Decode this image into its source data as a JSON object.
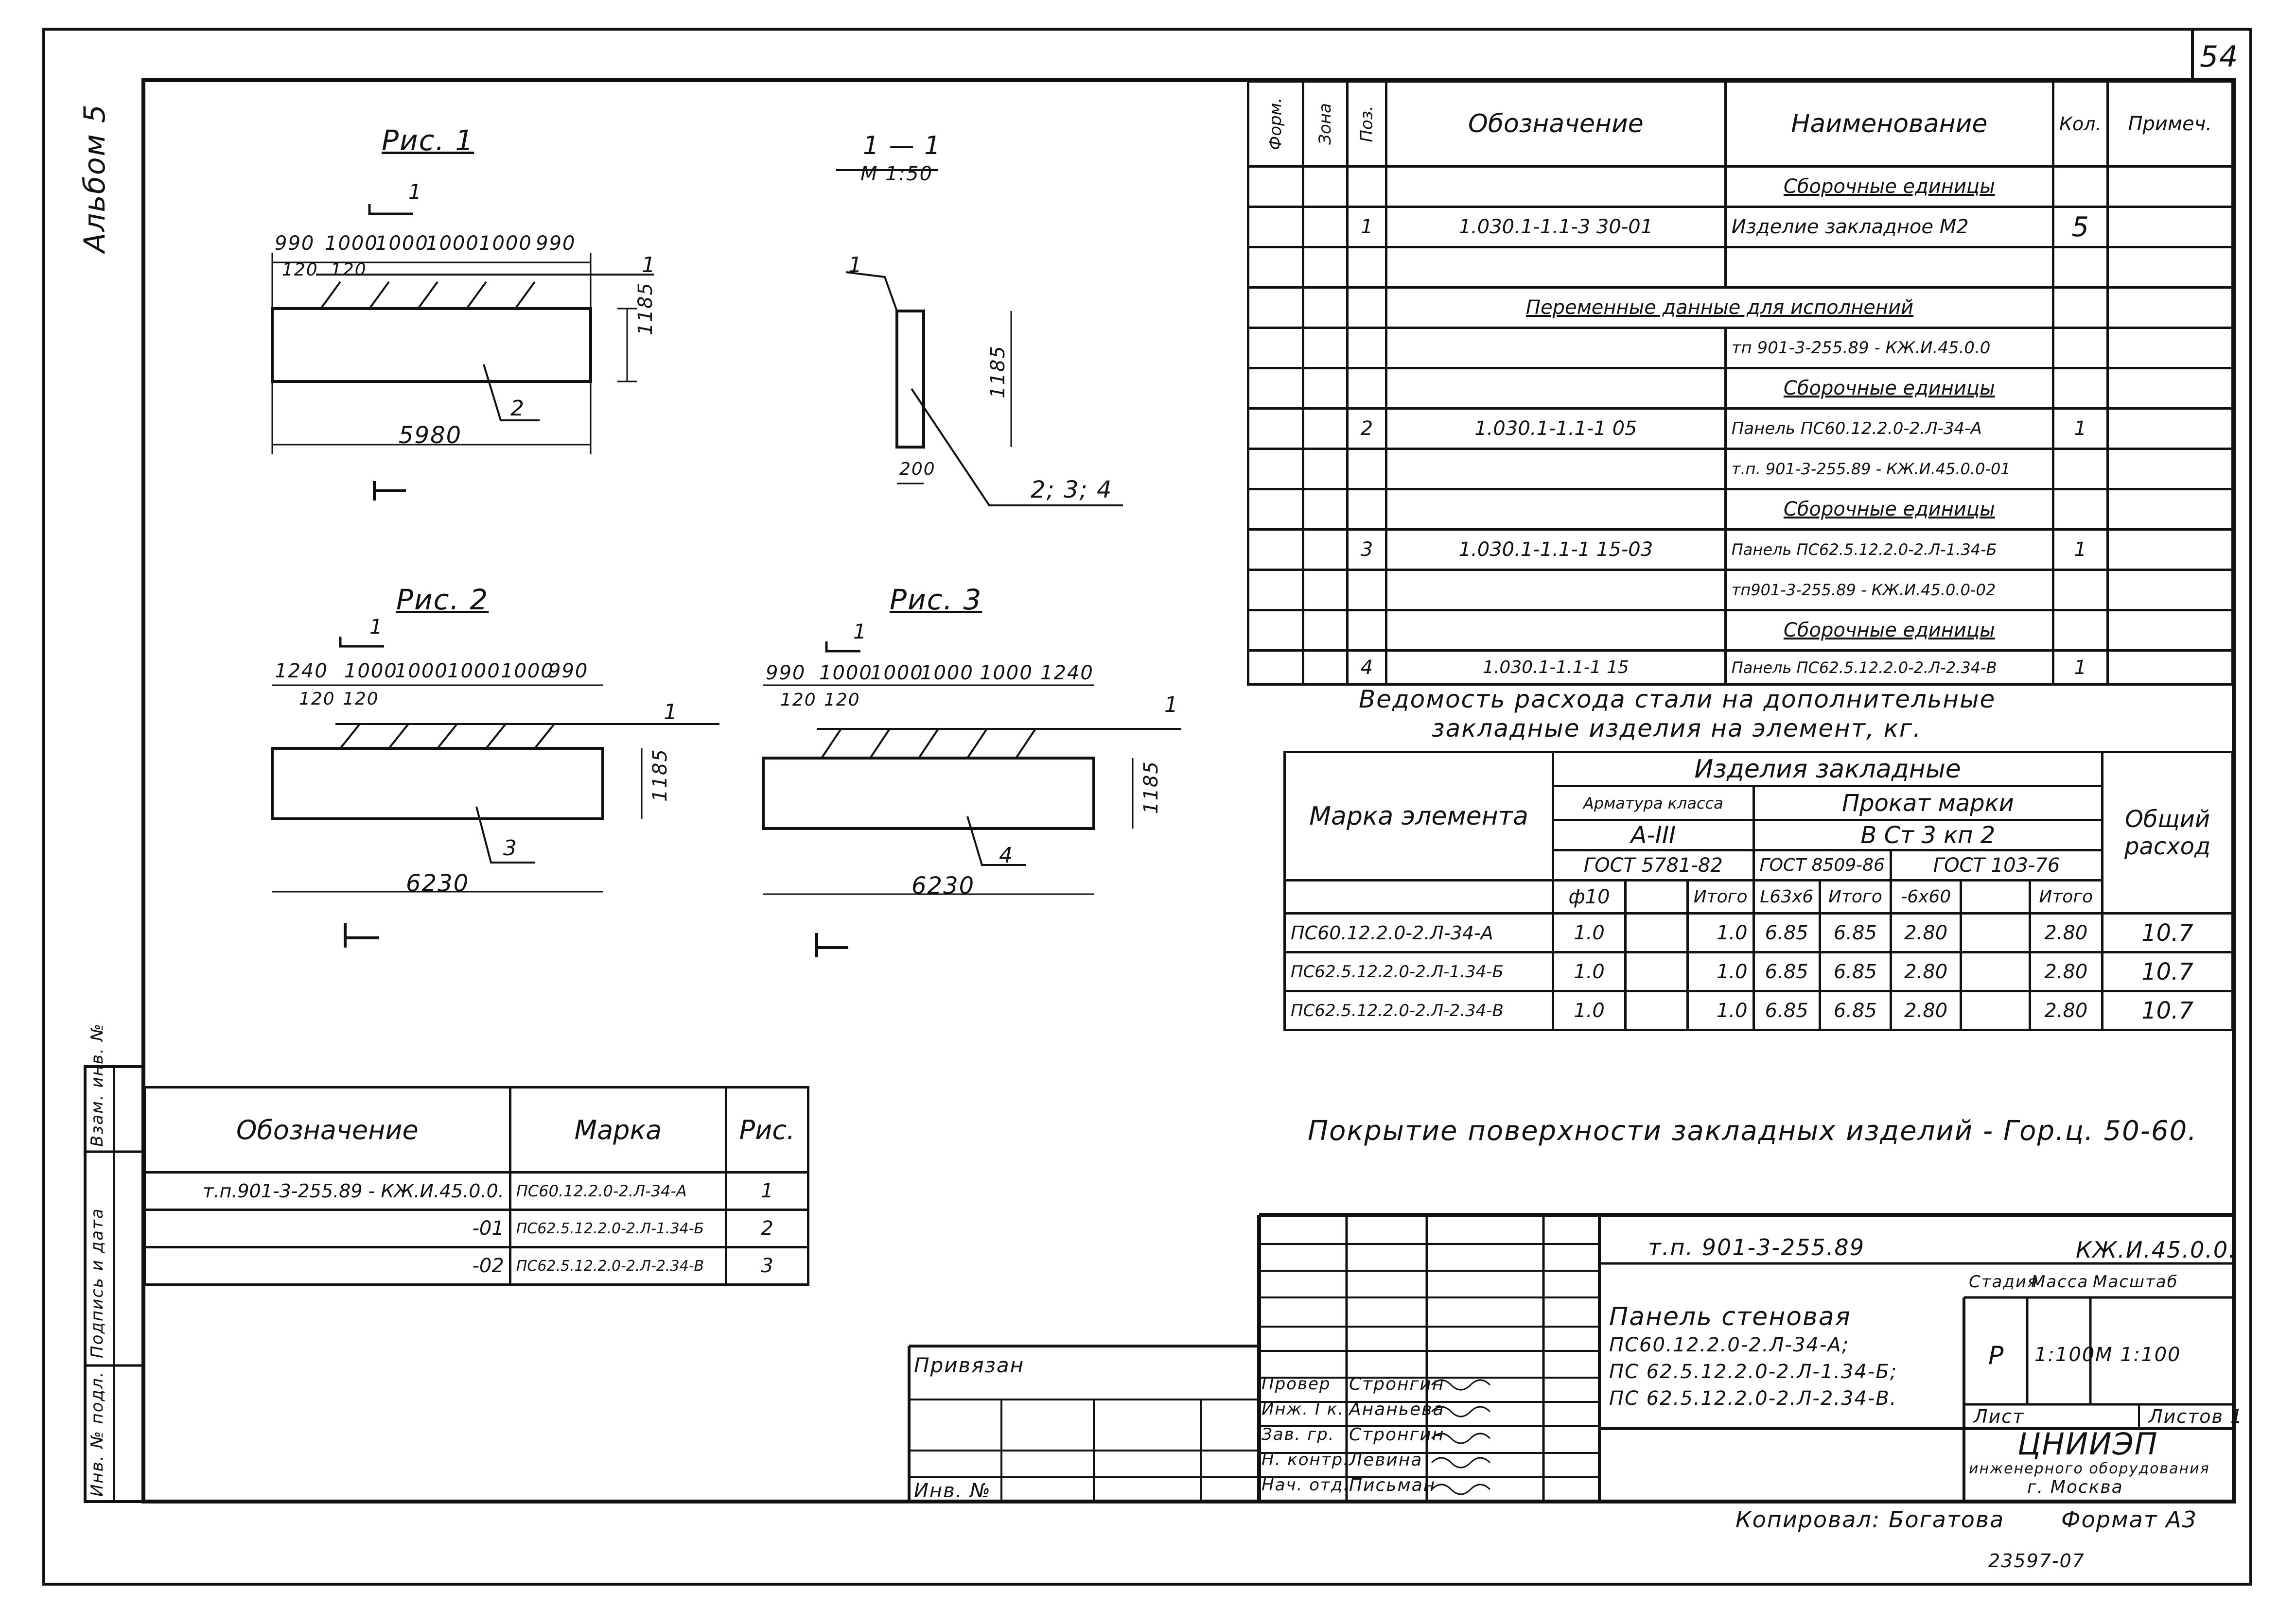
{
  "sheet": {
    "number": "54",
    "album": "Альбом 5"
  },
  "fig1": {
    "title": "Рис. 1",
    "section": "1",
    "dims_top": [
      "990",
      "1000",
      "1000",
      "1000",
      "1000",
      "990"
    ],
    "dims_sub": [
      "120",
      "120"
    ],
    "height": "1185",
    "length": "5980",
    "pos_item": "1",
    "pos_panel": "2"
  },
  "section11": {
    "title": "1 — 1",
    "scale": "М 1:50",
    "height": "1185",
    "width": "200",
    "pos_item": "1",
    "pos_panels": "2; 3; 4"
  },
  "fig2": {
    "title": "Рис. 2",
    "section": "1",
    "dims_top": [
      "1240",
      "1000",
      "1000",
      "1000",
      "1000",
      "990"
    ],
    "dims_sub": [
      "120",
      "120"
    ],
    "height": "1185",
    "length": "6230",
    "pos_item": "1",
    "pos_panel": "3"
  },
  "fig3": {
    "title": "Рис. 3",
    "section": "1",
    "dims_top": [
      "990",
      "1000",
      "1000",
      "1000",
      "1000",
      "1240"
    ],
    "dims_sub": [
      "120",
      "120"
    ],
    "height": "1185",
    "length": "6230",
    "pos_item": "1",
    "pos_panel": "4"
  },
  "spec": {
    "headers": {
      "form": "Форм.",
      "zone": "Зона",
      "pos": "Поз.",
      "designation": "Обозначение",
      "name": "Наименование",
      "qty": "Кол.",
      "note": "Примеч."
    },
    "rows": [
      {
        "pos": "",
        "designation": "",
        "name": "Сборочные единицы",
        "qty": "",
        "kind": "heading"
      },
      {
        "pos": "1",
        "designation": "1.030.1-1.1-3    30-01",
        "name": "Изделие закладное М2",
        "qty": "5",
        "kind": "item"
      },
      {
        "pos": "",
        "designation": "",
        "name": "",
        "qty": "",
        "kind": "blank"
      },
      {
        "pos": "",
        "designation": "Переменные данные для исполнений",
        "name": "",
        "qty": "",
        "kind": "span"
      },
      {
        "pos": "",
        "designation": "",
        "name": "тп 901-3-255.89 - КЖ.И.45.0.0",
        "qty": "",
        "kind": "ref"
      },
      {
        "pos": "",
        "designation": "",
        "name": "Сборочные единицы",
        "qty": "",
        "kind": "heading"
      },
      {
        "pos": "2",
        "designation": "1.030.1-1.1-1    05",
        "name": "Панель ПС60.12.2.0-2.Л-34-А",
        "qty": "1",
        "kind": "item"
      },
      {
        "pos": "",
        "designation": "",
        "name": "т.п. 901-3-255.89 - КЖ.И.45.0.0-01",
        "qty": "",
        "kind": "ref"
      },
      {
        "pos": "",
        "designation": "",
        "name": "Сборочные единицы",
        "qty": "",
        "kind": "heading"
      },
      {
        "pos": "3",
        "designation": "1.030.1-1.1-1    15-03",
        "name": "Панель ПС62.5.12.2.0-2.Л-1.34-Б",
        "qty": "1",
        "kind": "item"
      },
      {
        "pos": "",
        "designation": "",
        "name": "тп901-3-255.89 - КЖ.И.45.0.0-02",
        "qty": "",
        "kind": "ref"
      },
      {
        "pos": "",
        "designation": "",
        "name": "Сборочные единицы",
        "qty": "",
        "kind": "heading"
      },
      {
        "pos": "4",
        "designation": "1.030.1-1.1-1    15",
        "name": "Панель ПС62.5.12.2.0-2.Л-2.34-В",
        "qty": "1",
        "kind": "item"
      }
    ]
  },
  "steel": {
    "title_line1": "Ведомость расхода стали на дополнительные",
    "title_line2": "закладные изделия на элемент, кг.",
    "h_mark": "Марка элемента",
    "h_products": "Изделия закладные",
    "h_armature": "Арматура класса",
    "h_rolled": "Прокат марки",
    "h_total": "Общий расход",
    "h_class": "А-III",
    "h_grade": "В Ст 3 кп 2",
    "h_gost1": "ГОСТ 5781-82",
    "h_gost2": "ГОСТ 8509-86",
    "h_gost3": "ГОСТ 103-76",
    "h_cols": [
      "ф10",
      "",
      "Итого",
      "L63х6",
      "Итого",
      "-6х60",
      "",
      "Итого"
    ],
    "rows": [
      {
        "mark": "ПС60.12.2.0-2.Л-34-А",
        "v": [
          "1.0",
          "",
          "1.0",
          "6.85",
          "6.85",
          "2.80",
          "",
          "2.80"
        ],
        "total": "10.7"
      },
      {
        "mark": "ПС62.5.12.2.0-2.Л-1.34-Б",
        "v": [
          "1.0",
          "",
          "1.0",
          "6.85",
          "6.85",
          "2.80",
          "",
          "2.80"
        ],
        "total": "10.7"
      },
      {
        "mark": "ПС62.5.12.2.0-2.Л-2.34-В",
        "v": [
          "1.0",
          "",
          "1.0",
          "6.85",
          "6.85",
          "2.80",
          "",
          "2.80"
        ],
        "total": "10.7"
      }
    ]
  },
  "coating_note": "Покрытие поверхности закладных изделий - Гор.ц. 50-60.",
  "variants": {
    "headers": {
      "designation": "Обозначение",
      "mark": "Марка",
      "fig": "Рис."
    },
    "rows": [
      {
        "designation": "т.п.901-3-255.89 - КЖ.И.45.0.0.",
        "mark": "ПС60.12.2.0-2.Л-34-А",
        "fig": "1"
      },
      {
        "designation": "-01",
        "mark": "ПС62.5.12.2.0-2.Л-1.34-Б",
        "fig": "2"
      },
      {
        "designation": "-02",
        "mark": "ПС62.5.12.2.0-2.Л-2.34-В",
        "fig": "3"
      }
    ]
  },
  "side_stamp": [
    "Инв. № подл.",
    "Подпись и дата",
    "Взам. инв. №"
  ],
  "title_block": {
    "project_code": "т.п. 901-3-255.89",
    "doc_code": "КЖ.И.45.0.0.",
    "name_lines": [
      "Панель стеновая",
      "ПС60.12.2.0-2.Л-34-А;",
      "ПС 62.5.12.2.0-2.Л-1.34-Б;",
      "ПС 62.5.12.2.0-2.Л-2.34-В."
    ],
    "stage_h": "Стадия",
    "mass_h": "Масса",
    "scale_h": "Масштаб",
    "stage": "Р",
    "mass": "1:100",
    "scale": "М 1:100",
    "sheet_h": "Лист",
    "sheets_h": "Листов 1",
    "org": "ЦНИИЭП",
    "org_line2": "инженерного оборудования",
    "org_line3": "г. Москва",
    "roles": [
      {
        "role": "Провер",
        "name": "Стронгин"
      },
      {
        "role": "Инж. I к.",
        "name": "Ананьева"
      },
      {
        "role": "Зав. гр.",
        "name": "Стронгин"
      },
      {
        "role": "Н. контр.",
        "name": "Левина"
      },
      {
        "role": "Нач. отд.",
        "name": "Письман"
      }
    ],
    "bound": "Привязан",
    "inv": "Инв. №"
  },
  "copied": "Копировал: Богатова",
  "format": "Формат А3",
  "stamp_number": "23597-07"
}
